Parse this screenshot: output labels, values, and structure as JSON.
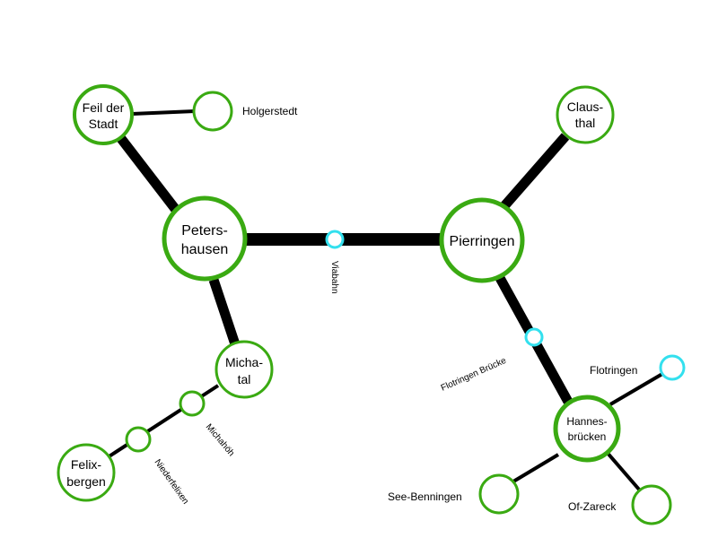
{
  "colors": {
    "line": "#000000",
    "node_stroke": "#3aaa12",
    "node_fill": "#ffffff",
    "minor_stroke": "#33e0ee"
  },
  "nodes": {
    "feil": {
      "line1": "Feil der",
      "line2": "Stadt"
    },
    "holgerstedt": {
      "label": "Holgerstedt"
    },
    "peters": {
      "line1": "Peters-",
      "line2": "hausen"
    },
    "viabahn": {
      "label": "Viabahn"
    },
    "pierringen": {
      "label": "Pierringen"
    },
    "claus": {
      "line1": "Claus-",
      "line2": "thal"
    },
    "michatal": {
      "line1": "Micha-",
      "line2": "tal"
    },
    "michahoh": {
      "label": "Michahöh"
    },
    "niederfelixen": {
      "label": "Niederfelixen"
    },
    "felix": {
      "line1": "Felix-",
      "line2": "bergen"
    },
    "flotbrucke": {
      "label": "Flotringen Brücke"
    },
    "hannes": {
      "line1": "Hannes-",
      "line2": "brücken"
    },
    "flotringen": {
      "label": "Flotringen"
    },
    "seebenningen": {
      "label": "See-Benningen"
    },
    "ofzareck": {
      "label": "Of-Zareck"
    }
  }
}
